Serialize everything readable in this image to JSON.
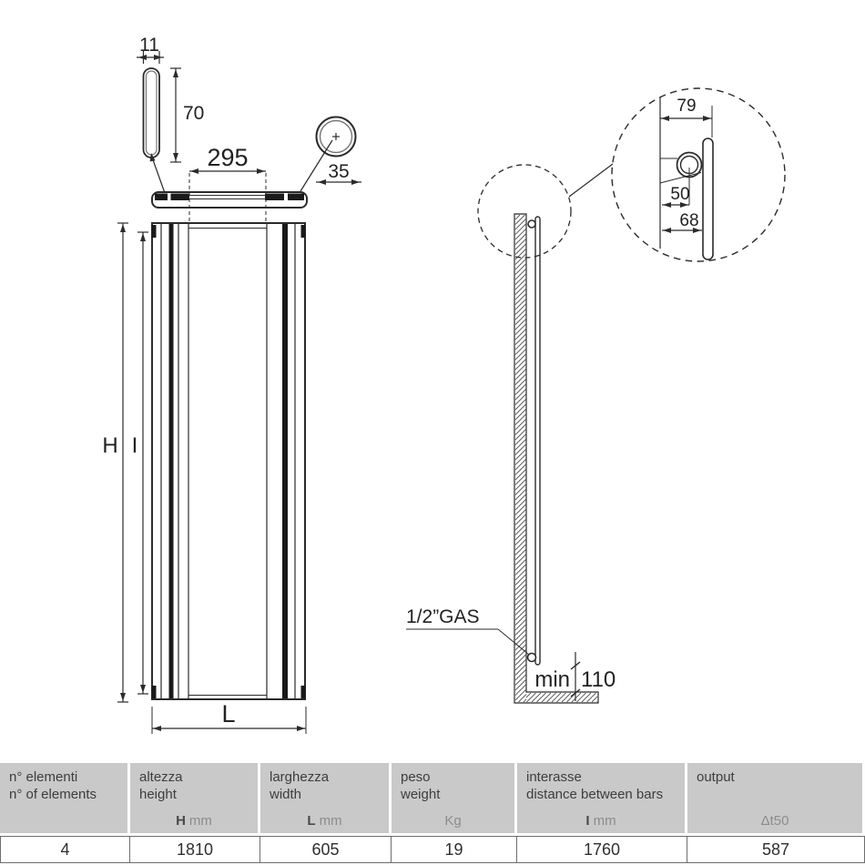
{
  "drawing": {
    "top_view": {
      "dim_element_width": "11",
      "dim_element_depth": "70",
      "dim_span": "295",
      "dim_tube": "35"
    },
    "front_view": {
      "label_height": "H",
      "label_interaxis": "I",
      "label_width": "L"
    },
    "side_view": {
      "gas_label": "1/2”GAS",
      "min_label": "min",
      "min_value": "110"
    },
    "detail_view": {
      "dim_total_depth": "79",
      "dim_axis_depth": "50",
      "dim_bracket_depth": "68"
    }
  },
  "table": {
    "columns": [
      {
        "label_it": "n° elementi",
        "label_en": "n° of elements",
        "unit_sym": "",
        "unit_rest": "",
        "value": "4"
      },
      {
        "label_it": "altezza",
        "label_en": "height",
        "unit_sym": "H",
        "unit_rest": "mm",
        "value": "1810"
      },
      {
        "label_it": "larghezza",
        "label_en": "width",
        "unit_sym": "L",
        "unit_rest": "mm",
        "value": "605"
      },
      {
        "label_it": "peso",
        "label_en": "weight",
        "unit_sym": "",
        "unit_rest": "Kg",
        "value": "19"
      },
      {
        "label_it": "interasse",
        "label_en": "distance between bars",
        "unit_sym": "I",
        "unit_rest": "mm",
        "value": "1760"
      },
      {
        "label_it": "output",
        "label_en": "",
        "unit_sym": "",
        "unit_rest": "Δt50",
        "value": "587"
      }
    ]
  },
  "colors": {
    "line": "#2b2b2b",
    "header_bg": "#c9c9c9",
    "unit_text": "#8c8c8c",
    "border": "#6e6e6e"
  }
}
